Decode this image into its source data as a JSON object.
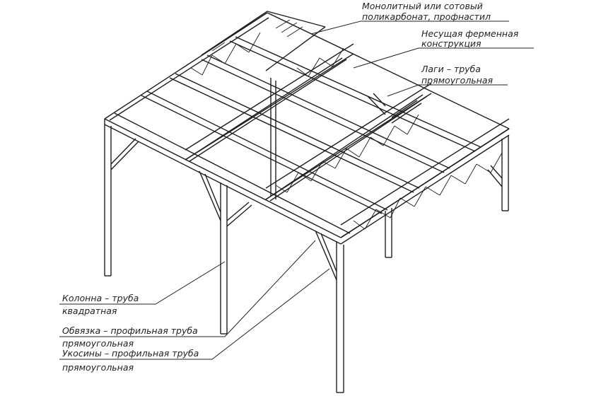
{
  "labels": {
    "roofing_line1": "Монолитный или сотовый",
    "roofing_line2": "поликарбонат, профнастил",
    "truss_line1": "Несущая ферменная",
    "truss_line2": "конструкция",
    "joists_line1": "Лаги – труба",
    "joists_line2": "прямоугольная",
    "column_line1": "Колонна – труба",
    "column_line2": "квадратная",
    "strapping_line1": "Обвязка – профильная труба",
    "strapping_line2": "прямоугольная",
    "braces_line1": "Укосины – профильная труба",
    "braces_line2": "прямоугольная"
  },
  "colors": {
    "line": "#1e1e1e",
    "text": "#222222",
    "background": "#ffffff"
  }
}
